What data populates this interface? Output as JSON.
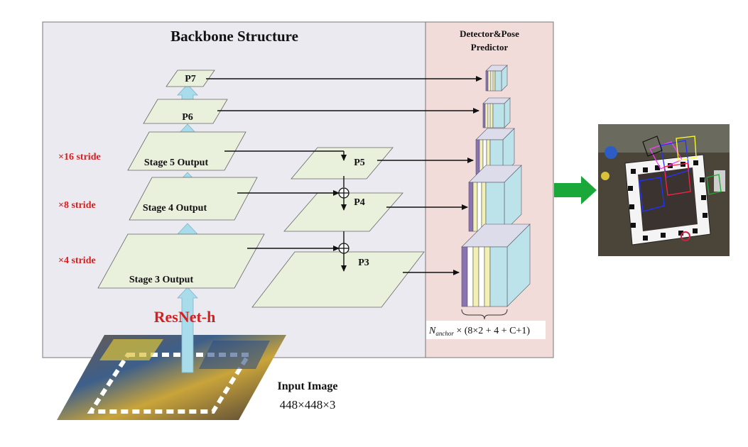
{
  "backbone": {
    "title": "Backbone Structure",
    "network_name": "ResNet-h",
    "stages": {
      "stage3": "Stage 3 Output",
      "stage4": "Stage 4 Output",
      "stage5": "Stage 5 Output"
    },
    "strides": {
      "s4": "×4 stride",
      "s8": "×8 stride",
      "s16": "×16 stride"
    },
    "pyramid": {
      "p3": "P3",
      "p4": "P4",
      "p5": "P5",
      "p6": "P6",
      "p7": "P7"
    }
  },
  "detector": {
    "title_line1": "Detector&Pose",
    "title_line2": "Predictor",
    "formula_prefix": "N",
    "formula_sub": "anchor",
    "formula_rest": " × (8×2 + 4 + C+1)"
  },
  "input": {
    "label": "Input Image",
    "size": "448×448×3"
  },
  "colors": {
    "backbone_bg": "#eceaf1",
    "detector_bg": "#f1dcda",
    "plane_fill": "#e9f0dc",
    "arrow_blue": "#a9dcea",
    "tensor_cyan": "#bde3ea",
    "tensor_purple": "#8a73b0",
    "tensor_yellow": "#f3f0b4",
    "output_arrow_green": "#1aa83a",
    "stride_red": "#d42020"
  }
}
